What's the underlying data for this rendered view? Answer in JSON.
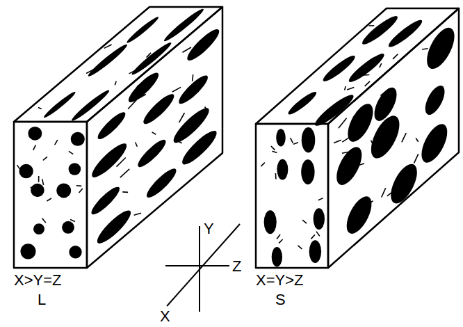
{
  "diagram": {
    "labels": [
      "X>Y=Z",
      "L",
      "Y",
      "Z",
      "X",
      "X=Y>Z",
      "S"
    ]
  }
}
